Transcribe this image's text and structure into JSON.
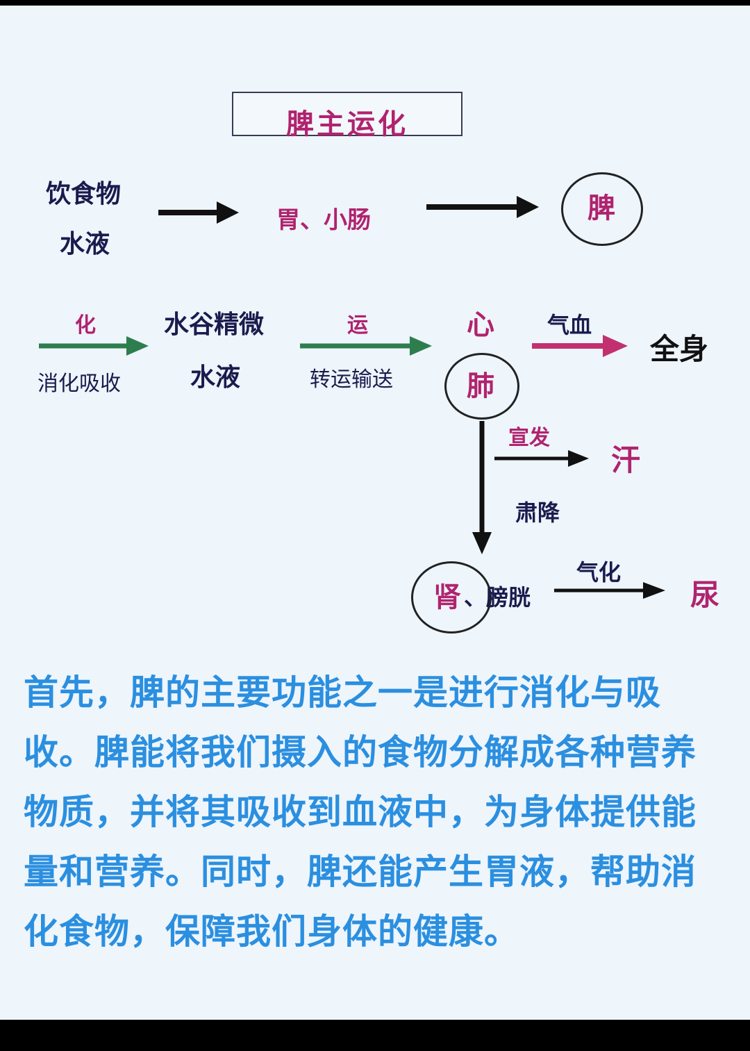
{
  "title": "脾主运化",
  "row1": {
    "input_line1": "饮食物",
    "input_line2": "水液",
    "organ": "胃、小肠",
    "target": "脾"
  },
  "row2": {
    "arrow1_top": "化",
    "arrow1_bottom": "消化吸收",
    "product_line1": "水谷精微",
    "product_line2": "水液",
    "arrow2_top": "运",
    "arrow2_bottom": "转运输送",
    "heart": "心",
    "lung": "肺",
    "arrow3_top": "气血",
    "destination": "全身"
  },
  "branch": {
    "disperse_label": "宣发",
    "sweat": "汗",
    "descend_label": "肃降",
    "kidney": "肾",
    "bladder": "、膀胱",
    "qihua_label": "气化",
    "urine": "尿"
  },
  "paragraph": "首先，脾的主要功能之一是进行消化与吸收。脾能将我们摄入的食物分解成各种营养物质，并将其吸收到血液中，为身体提供能量和营养。同时，脾还能产生胃液，帮助消化食物，保障我们身体的健康。",
  "colors": {
    "black_arrow": "#111111",
    "green_arrow": "#2e7d4f",
    "magenta_arrow": "#c2306f",
    "paragraph_text": "#2b8fe0",
    "magenta_text": "#b0236f",
    "navy_text": "#1b1b4d"
  }
}
